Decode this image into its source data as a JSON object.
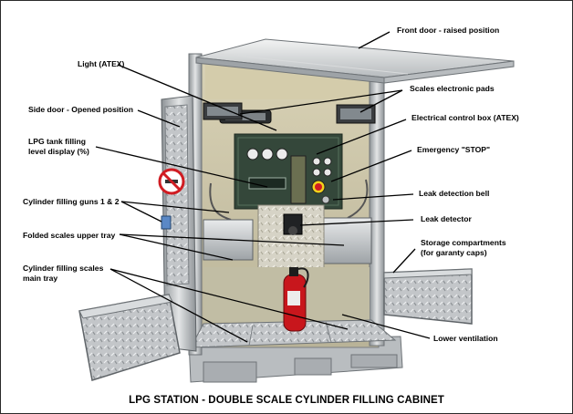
{
  "caption": "LPG STATION - DOUBLE SCALE CYLINDER FILLING CABINET",
  "labels": {
    "front_door": "Front door - raised position",
    "light": "Light (ATEX)",
    "scales_pads": "Scales electronic pads",
    "side_door": "Side door - Opened position",
    "control_box": "Electrical control box (ATEX)",
    "tank_display_l1": "LPG tank filling",
    "tank_display_l2": "level display (%)",
    "emergency_stop": "Emergency \"STOP\"",
    "filling_guns": "Cylinder filling guns 1 & 2",
    "leak_bell": "Leak detection bell",
    "leak_detector": "Leak detector",
    "folded_tray": "Folded scales upper tray",
    "storage_l1": "Storage compartments",
    "storage_l2": "(for garanty caps)",
    "main_tray_l1": "Cylinder filling scales",
    "main_tray_l2": "main tray",
    "lower_vent": "Lower ventilation"
  },
  "colors": {
    "steel_light": "#d4d7d9",
    "steel_mid": "#a9adb1",
    "steel_dark": "#6e7377",
    "panel_green": "#34473a",
    "extinguisher_red": "#c8161c",
    "sign_red": "#d01c22",
    "interior_cream": "#c9c2a6"
  },
  "icons": [
    "no-smoking-sign-icon",
    "fire-extinguisher-icon",
    "emergency-stop-icon"
  ]
}
